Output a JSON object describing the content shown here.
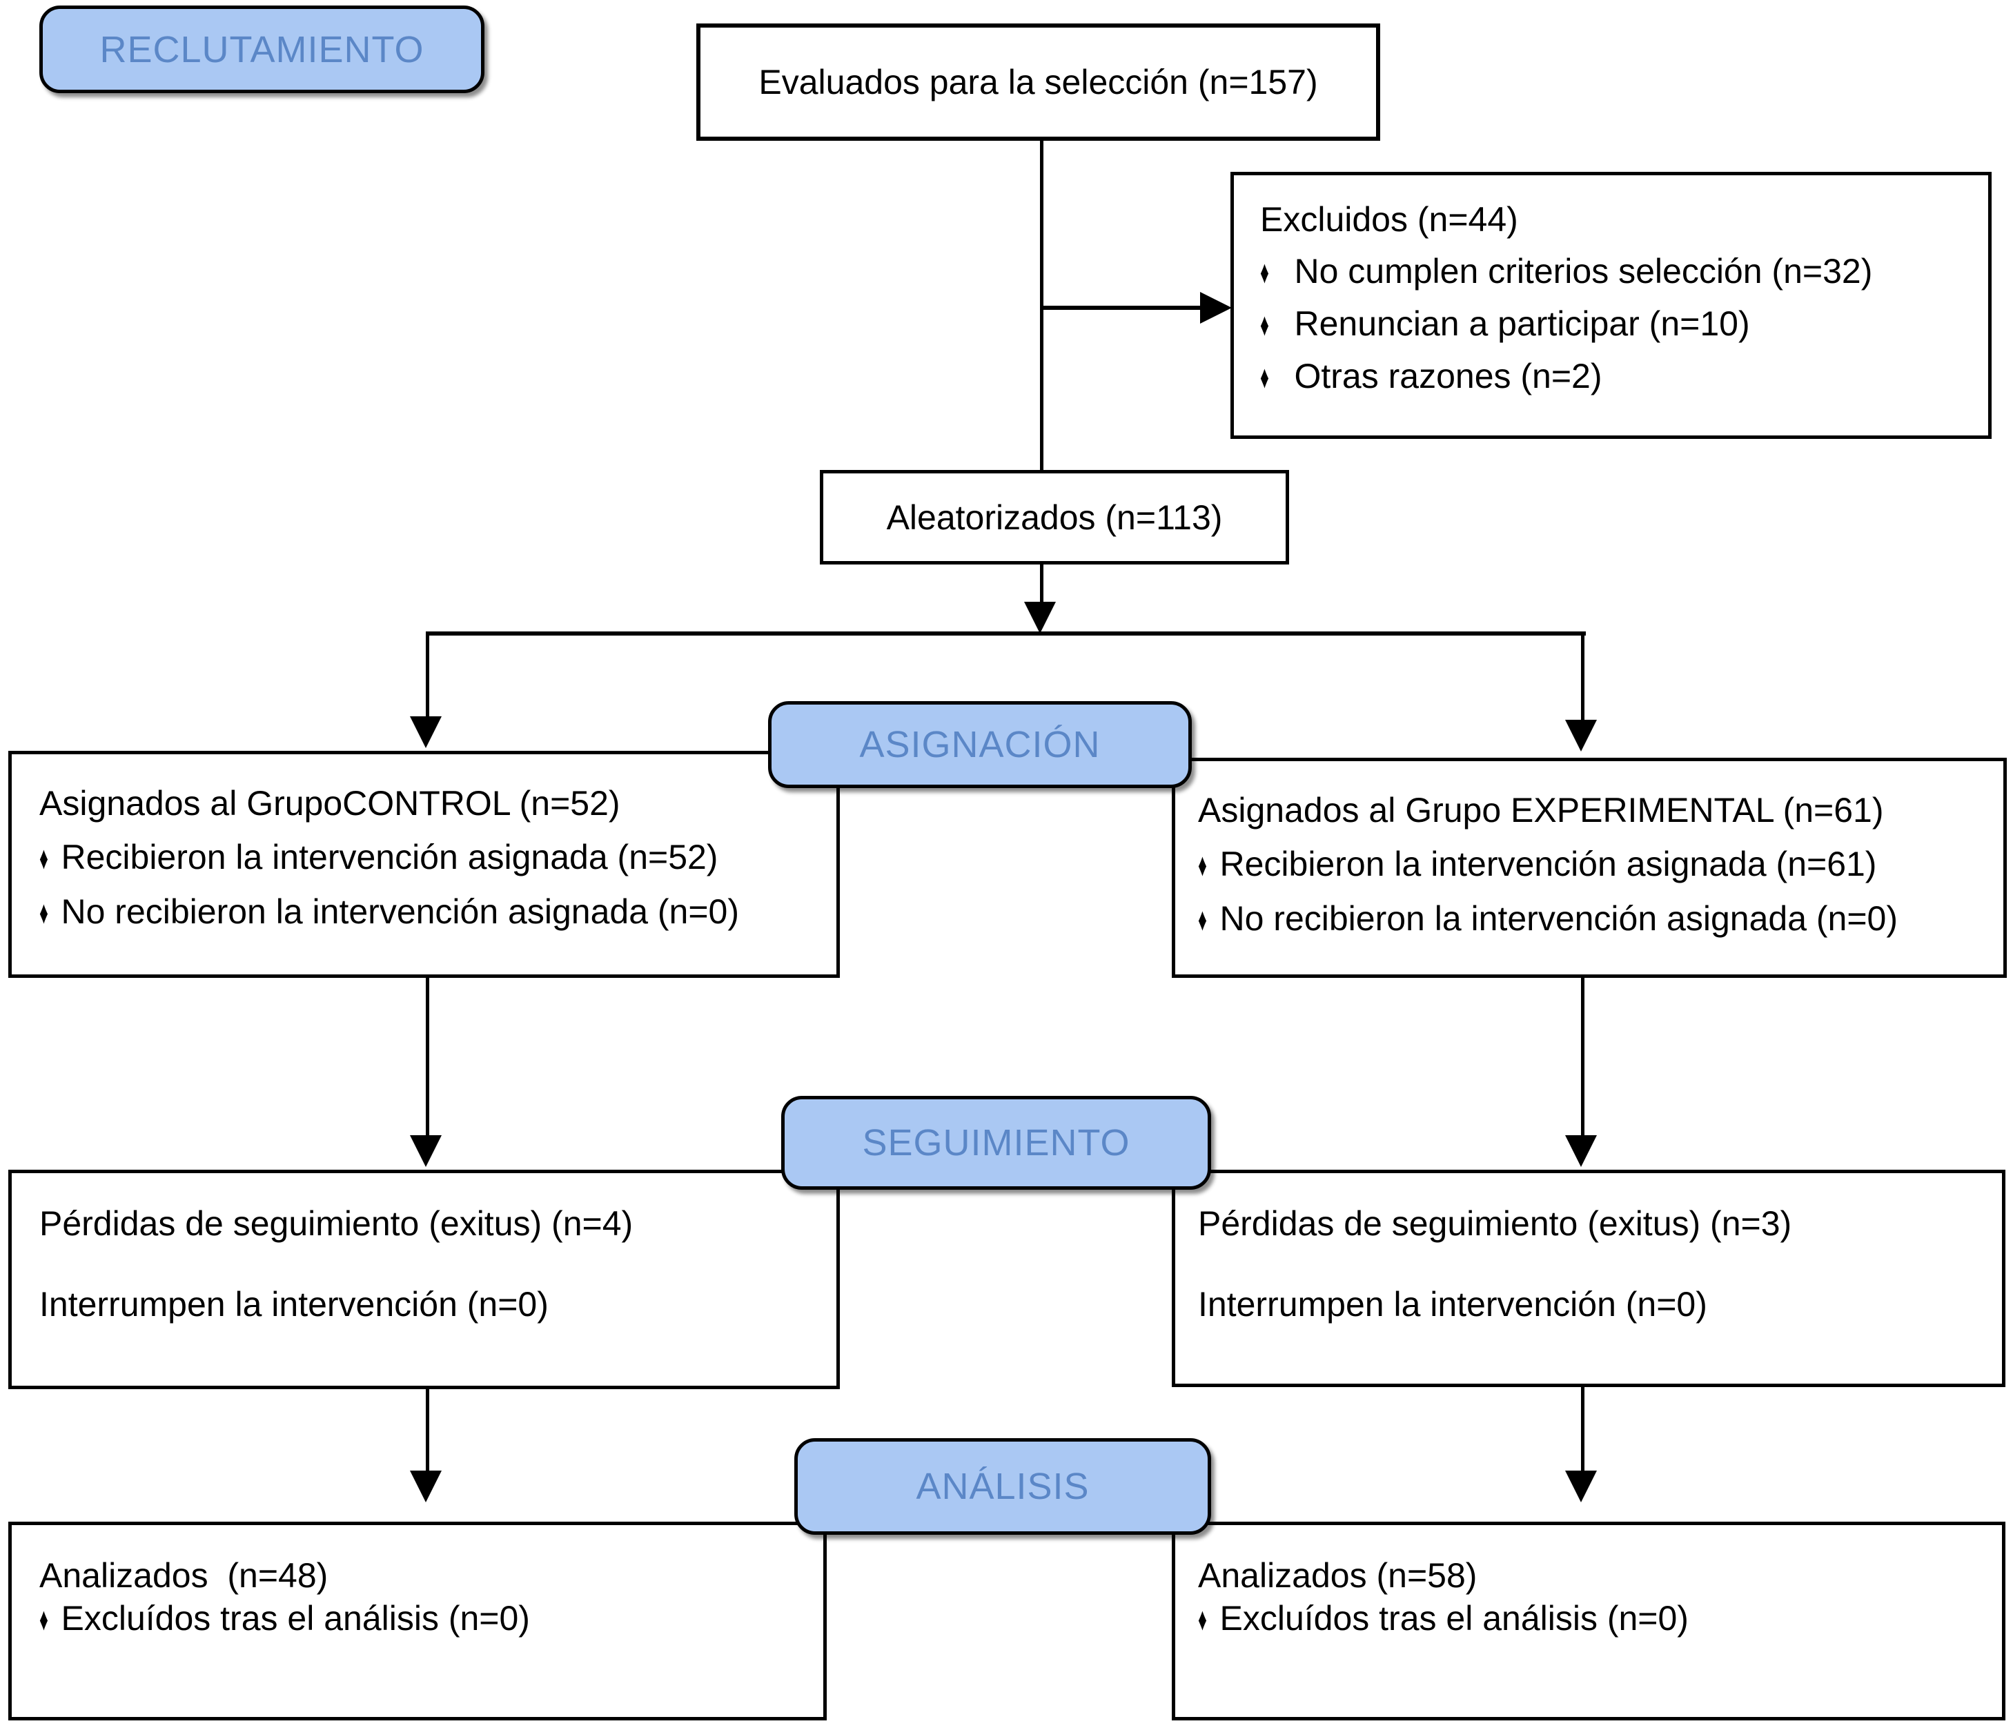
{
  "colors": {
    "badge_fill": "#aac8f3",
    "badge_text": "#5b87c7",
    "line": "#000000",
    "box_background": "#ffffff"
  },
  "bullet_glyph": "♦",
  "stages": {
    "reclutamiento": {
      "label": "RECLUTAMIENTO"
    },
    "asignacion": {
      "label": "ASIGNACIÓN"
    },
    "seguimiento": {
      "label": "SEGUIMIENTO"
    },
    "analisis": {
      "label": "ANÁLISIS"
    }
  },
  "boxes": {
    "evaluados": {
      "text": "Evaluados para la selección (n=157)"
    },
    "excluidos": {
      "title": "Excluidos (n=44)",
      "bullets": [
        "No cumplen criterios selección (n=32)",
        "Renuncian a participar (n=10)",
        "Otras razones (n=2)"
      ]
    },
    "aleatorizados": {
      "text": "Aleatorizados (n=113)"
    },
    "grupo_control": {
      "title": "Asignados al GrupoCONTROL (n=52)",
      "bullets": [
        "Recibieron la intervención asignada (n=52)",
        "No recibieron la intervención asignada (n=0)"
      ]
    },
    "grupo_experimental": {
      "title": "Asignados al Grupo EXPERIMENTAL (n=61)",
      "bullets": [
        "Recibieron la intervención asignada (n=61)",
        "No recibieron la intervención asignada (n=0)"
      ]
    },
    "seguimiento_control": {
      "lines": [
        "Pérdidas de seguimiento (exitus) (n=4)",
        "Interrumpen la intervención (n=0)"
      ]
    },
    "seguimiento_experimental": {
      "lines": [
        "Pérdidas de seguimiento (exitus) (n=3)",
        "Interrumpen la intervención (n=0)"
      ]
    },
    "analisis_control": {
      "title": "Analizados  (n=48)",
      "bullets": [
        "Excluídos tras el análisis (n=0)"
      ]
    },
    "analisis_experimental": {
      "title": "Analizados (n=58)",
      "bullets": [
        "Excluídos tras el análisis (n=0)"
      ]
    }
  }
}
